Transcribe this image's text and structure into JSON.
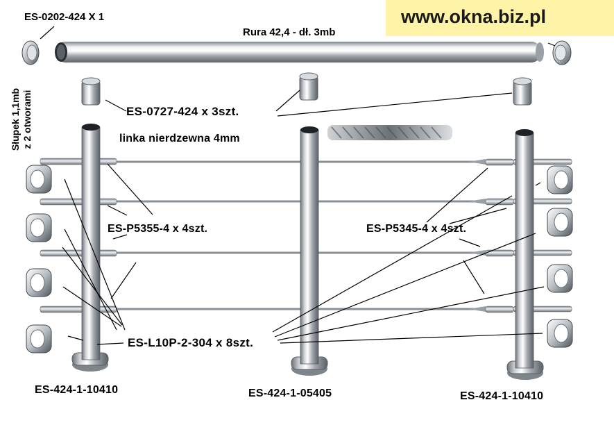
{
  "banner": {
    "url": "www.okna.biz.pl",
    "color": "#fef3a6"
  },
  "labels": {
    "end_cap": "ES-0202-424 X 1",
    "rail_tube": "Rura 42,4 - dł. 3mb",
    "post_note_line1": "Słupek 1,1mb",
    "post_note_line2": "z 2 otworami",
    "saddle": "ES-0727-424 x 3szt.",
    "wire": "linka nierdzewna 4mm",
    "threaded_end_left": "ES-P5355-4 x 4szt.",
    "tensioner_right": "ES-P5345-4 x 4szt.",
    "cap_nut": "ES-L10P-2-304 x 8szt.",
    "post_left": "ES-424-1-10410",
    "post_middle": "ES-424-1-05405",
    "post_right": "ES-424-1-10410"
  },
  "colors": {
    "steel_dark": "#6e747a",
    "steel_light": "#f2f4f6",
    "leader_line": "#000000",
    "wire": "#8a8f94"
  }
}
